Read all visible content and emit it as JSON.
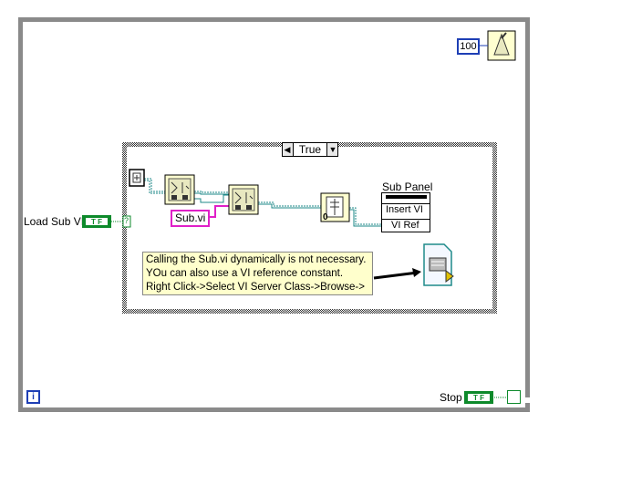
{
  "diagram": {
    "case_selector": {
      "value": "True"
    },
    "wait_constant": {
      "value": "100"
    },
    "load_control": {
      "label": "Load Sub VI",
      "tf": "T F"
    },
    "stop_control": {
      "label": "Stop",
      "tf": "T F"
    },
    "string_constant": {
      "value": "Sub.vi"
    },
    "zero_constant": {
      "value": "0"
    },
    "subpanel": {
      "title": "Sub Panel",
      "method": "Insert VI",
      "property": "VI Ref"
    },
    "iteration_terminal": {
      "value": "i"
    },
    "case_terminal": {
      "value": "?"
    },
    "comment": {
      "lines": [
        "Calling the Sub.vi dynamically is not necessary.",
        "YOu can also use a VI reference constant.",
        "Right Click->Select VI Server Class->Browse->"
      ]
    }
  },
  "colors": {
    "loop_border": "#8a8a8a",
    "wire_refnum": "#1f8a8a",
    "wire_string": "#e020c8",
    "wire_boolean": "#0d8a2b",
    "numeric_blue": "#1e3fb5",
    "comment_bg": "#ffffcc"
  }
}
